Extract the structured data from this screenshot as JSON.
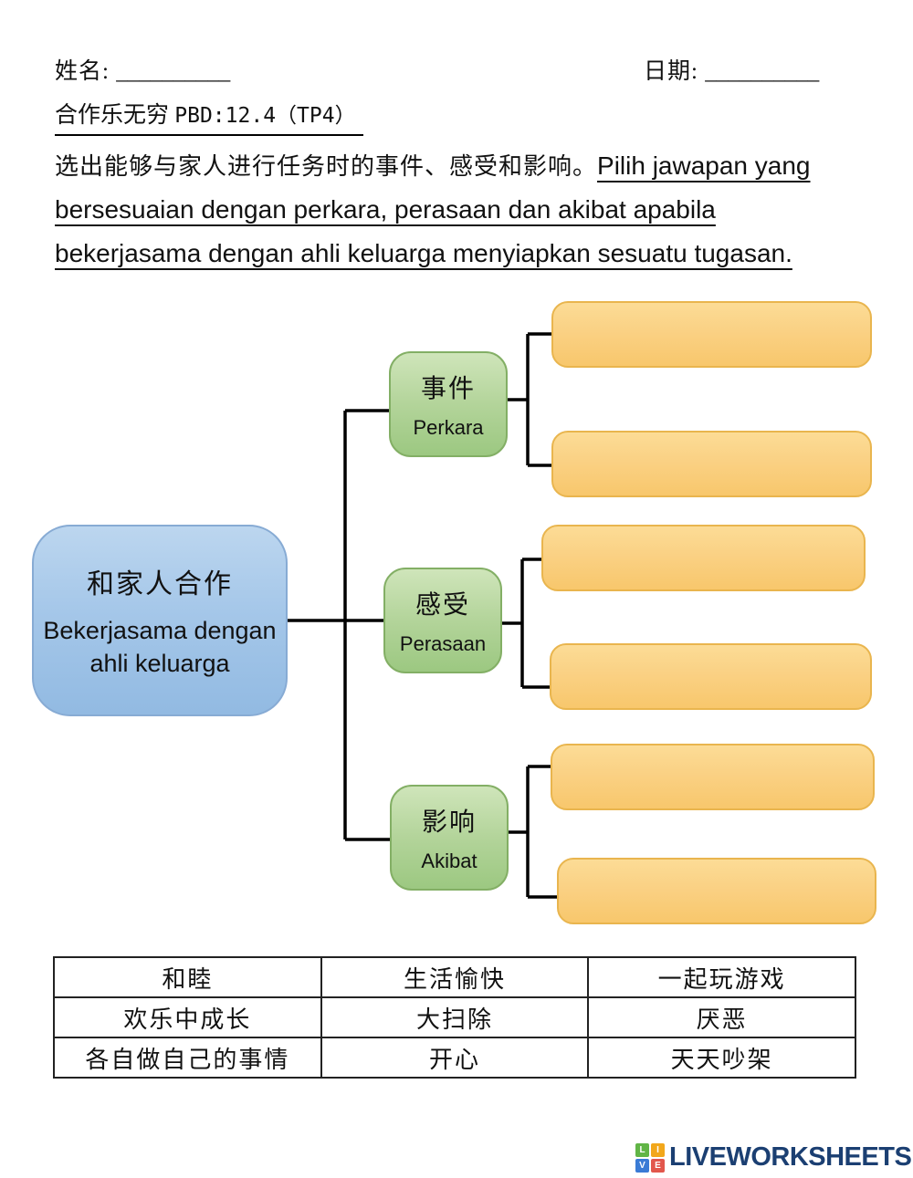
{
  "header": {
    "name_label": "姓名: ",
    "name_blank": "__________",
    "date_label": "日期: ",
    "date_blank": "__________"
  },
  "title": {
    "zh": "合作乐无穷 ",
    "code": "PBD:12.4（TP4）"
  },
  "instructions": {
    "zh": "选出能够与家人进行任务时的事件、感受和影响。",
    "ms": "Pilih jawapan yang bersesuaian dengan perkara, perasaan dan akibat apabila bekerjasama dengan ahli keluarga menyiapkan sesuatu tugasan."
  },
  "diagram": {
    "root": {
      "zh": "和家人合作",
      "ms": "Bekerjasama dengan ahli keluarga"
    },
    "branches": [
      {
        "zh": "事件",
        "ms": "Perkara"
      },
      {
        "zh": "感受",
        "ms": "Perasaan"
      },
      {
        "zh": "影响",
        "ms": "Akibat"
      }
    ],
    "answer_slot_count": 6
  },
  "word_bank": {
    "rows": [
      [
        "和睦",
        "生活愉快",
        "一起玩游戏"
      ],
      [
        "欢乐中成长",
        "大扫除",
        "厌恶"
      ],
      [
        "各自做自己的事情",
        "开心",
        "天天吵架"
      ]
    ]
  },
  "footer": {
    "logo_tiles": {
      "tl": "L",
      "tr": "I",
      "bl": "V",
      "br": "E"
    },
    "logo_text": "LIVEWORKSHEETS"
  },
  "colors": {
    "root_box_fill": "#a5c7e9",
    "branch_box_fill": "#b3d49a",
    "answer_slot_fill": "#fad184",
    "connector": "#000000",
    "logo_navy": "#1b3f72",
    "logo_green": "#61b546",
    "logo_yellow": "#f2a71b",
    "logo_blue": "#3a7bd5",
    "logo_red": "#e2574c"
  }
}
